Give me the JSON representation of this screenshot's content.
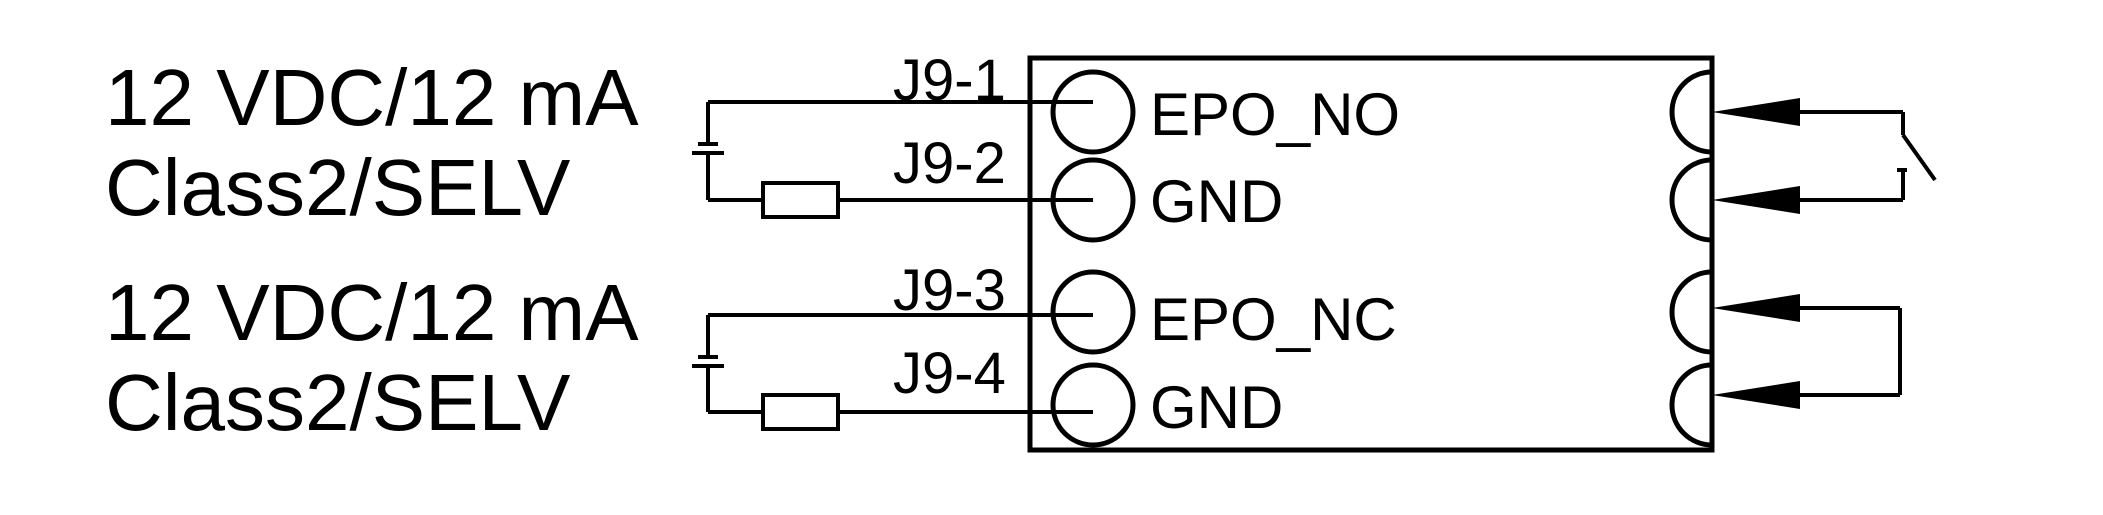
{
  "supplies": [
    {
      "voltage": "12 VDC/12 mA",
      "class": "Class2/SELV"
    },
    {
      "voltage": "12 VDC/12 mA",
      "class": "Class2/SELV"
    }
  ],
  "pins": [
    {
      "id": "J9-1",
      "signal": "EPO_NO"
    },
    {
      "id": "J9-2",
      "signal": "GND"
    },
    {
      "id": "J9-3",
      "signal": "EPO_NC"
    },
    {
      "id": "J9-4",
      "signal": "GND"
    }
  ],
  "colors": {
    "stroke": "#000000",
    "background": "#ffffff"
  }
}
